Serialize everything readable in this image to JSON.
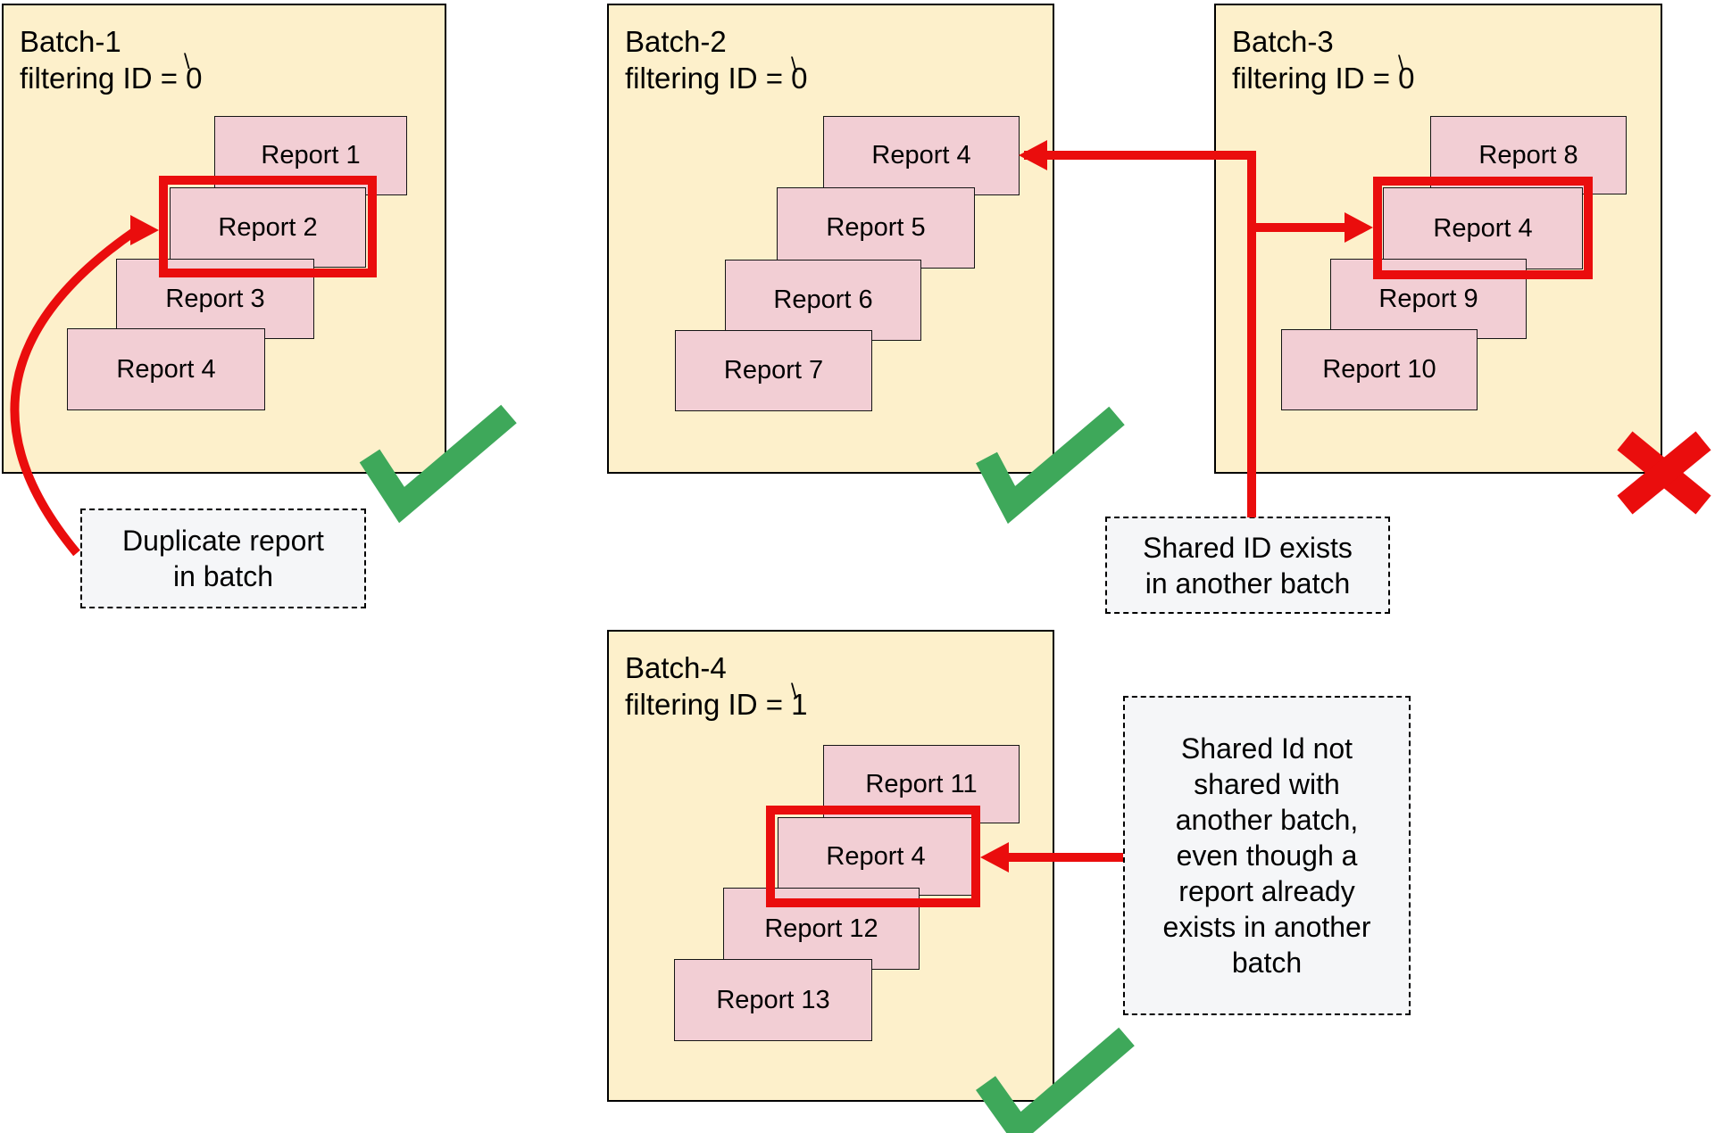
{
  "colors": {
    "batch_background": "#FDF0CB",
    "report_background": "#F2CED4",
    "highlight_red": "#EA0D0D",
    "check_green": "#3EA85A",
    "annotation_background": "#F5F6F8",
    "border": "#000000"
  },
  "tick_mark": "\\",
  "batches": [
    {
      "name": "Batch-1",
      "filter_line": "filtering ID = 0",
      "status": "valid",
      "highlighted_report": "Report 2",
      "reports": [
        "Report 1",
        "Report 2",
        "Report 3",
        "Report 4"
      ]
    },
    {
      "name": "Batch-2",
      "filter_line": "filtering ID = 0",
      "status": "valid",
      "highlighted_report": null,
      "reports": [
        "Report 4",
        "Report 5",
        "Report 6",
        "Report 7"
      ]
    },
    {
      "name": "Batch-3",
      "filter_line": "filtering ID = 0",
      "status": "invalid",
      "highlighted_report": "Report 4",
      "reports": [
        "Report 8",
        "Report 4",
        "Report 9",
        "Report 10"
      ]
    },
    {
      "name": "Batch-4",
      "filter_line": "filtering ID = 1",
      "status": "valid",
      "highlighted_report": "Report 4",
      "reports": [
        "Report 11",
        "Report 4",
        "Report 12",
        "Report 13"
      ]
    }
  ],
  "annotations": [
    {
      "lines": [
        "Duplicate report",
        "in batch"
      ]
    },
    {
      "lines": [
        "Shared ID exists",
        "in another batch"
      ]
    },
    {
      "lines": [
        "Shared Id not",
        "shared with",
        "another batch,",
        "even though a",
        "report already",
        "exists in another",
        "batch"
      ]
    }
  ],
  "status_icons": {
    "batch1": "green-check",
    "batch2": "green-check",
    "batch3": "red-cross",
    "batch4": "green-check"
  }
}
